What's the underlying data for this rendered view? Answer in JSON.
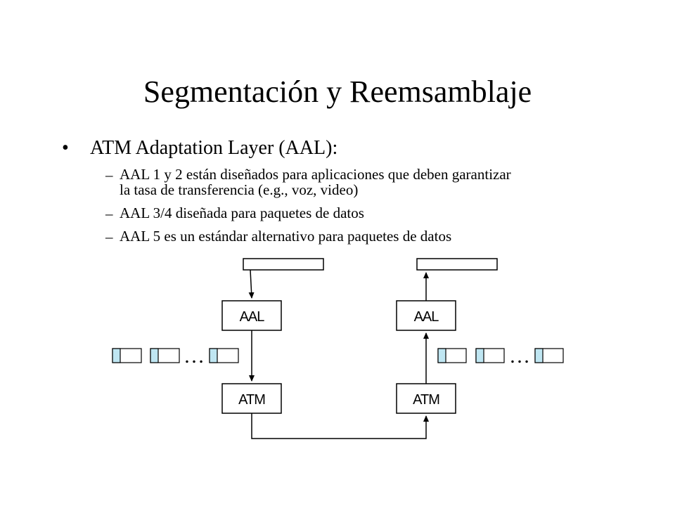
{
  "slide": {
    "title": "Segmentación y Reemsamblaje",
    "bullet": {
      "marker": "•",
      "text": "ATM Adaptation Layer (AAL):"
    },
    "subbullets": [
      {
        "dash": "–",
        "lines": [
          "AAL 1 y 2 están diseñados para aplicaciones que deben garantizar",
          "la tasa de transferencia (e.g., voz, video)"
        ]
      },
      {
        "dash": "–",
        "lines": [
          "AAL 3/4 diseñada para paquetes de datos"
        ]
      },
      {
        "dash": "–",
        "lines": [
          "AAL 5 es un estándar alternativo para paquetes de datos"
        ]
      }
    ]
  },
  "diagram": {
    "sender": {
      "upper_label": "AAL",
      "lower_label": "ATM",
      "ellipsis": "…"
    },
    "receiver": {
      "upper_label": "AAL",
      "lower_label": "ATM",
      "ellipsis": "…"
    },
    "cell_color": "#bfe6f2"
  }
}
